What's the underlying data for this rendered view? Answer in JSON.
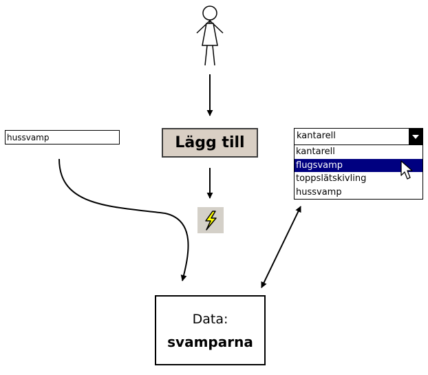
{
  "text_input": {
    "value": "hussvamp"
  },
  "add_button": {
    "label": "Lägg till"
  },
  "dropdown": {
    "value": "kantarell",
    "options": [
      "kantarell",
      "flugsvamp",
      "toppslätskivling",
      "hussvamp"
    ],
    "highlighted": "flugsvamp"
  },
  "data_store": {
    "title": "Data:",
    "name": "svamparna"
  },
  "colors": {
    "button_face": "#d9cfc4",
    "highlight": "#000080",
    "event_box": "#d4d0c8",
    "bolt_fill": "#ffff00"
  },
  "icons": [
    "stick-figure-icon",
    "lightning-bolt-icon",
    "mouse-pointer-icon",
    "dropdown-arrow-icon"
  ]
}
